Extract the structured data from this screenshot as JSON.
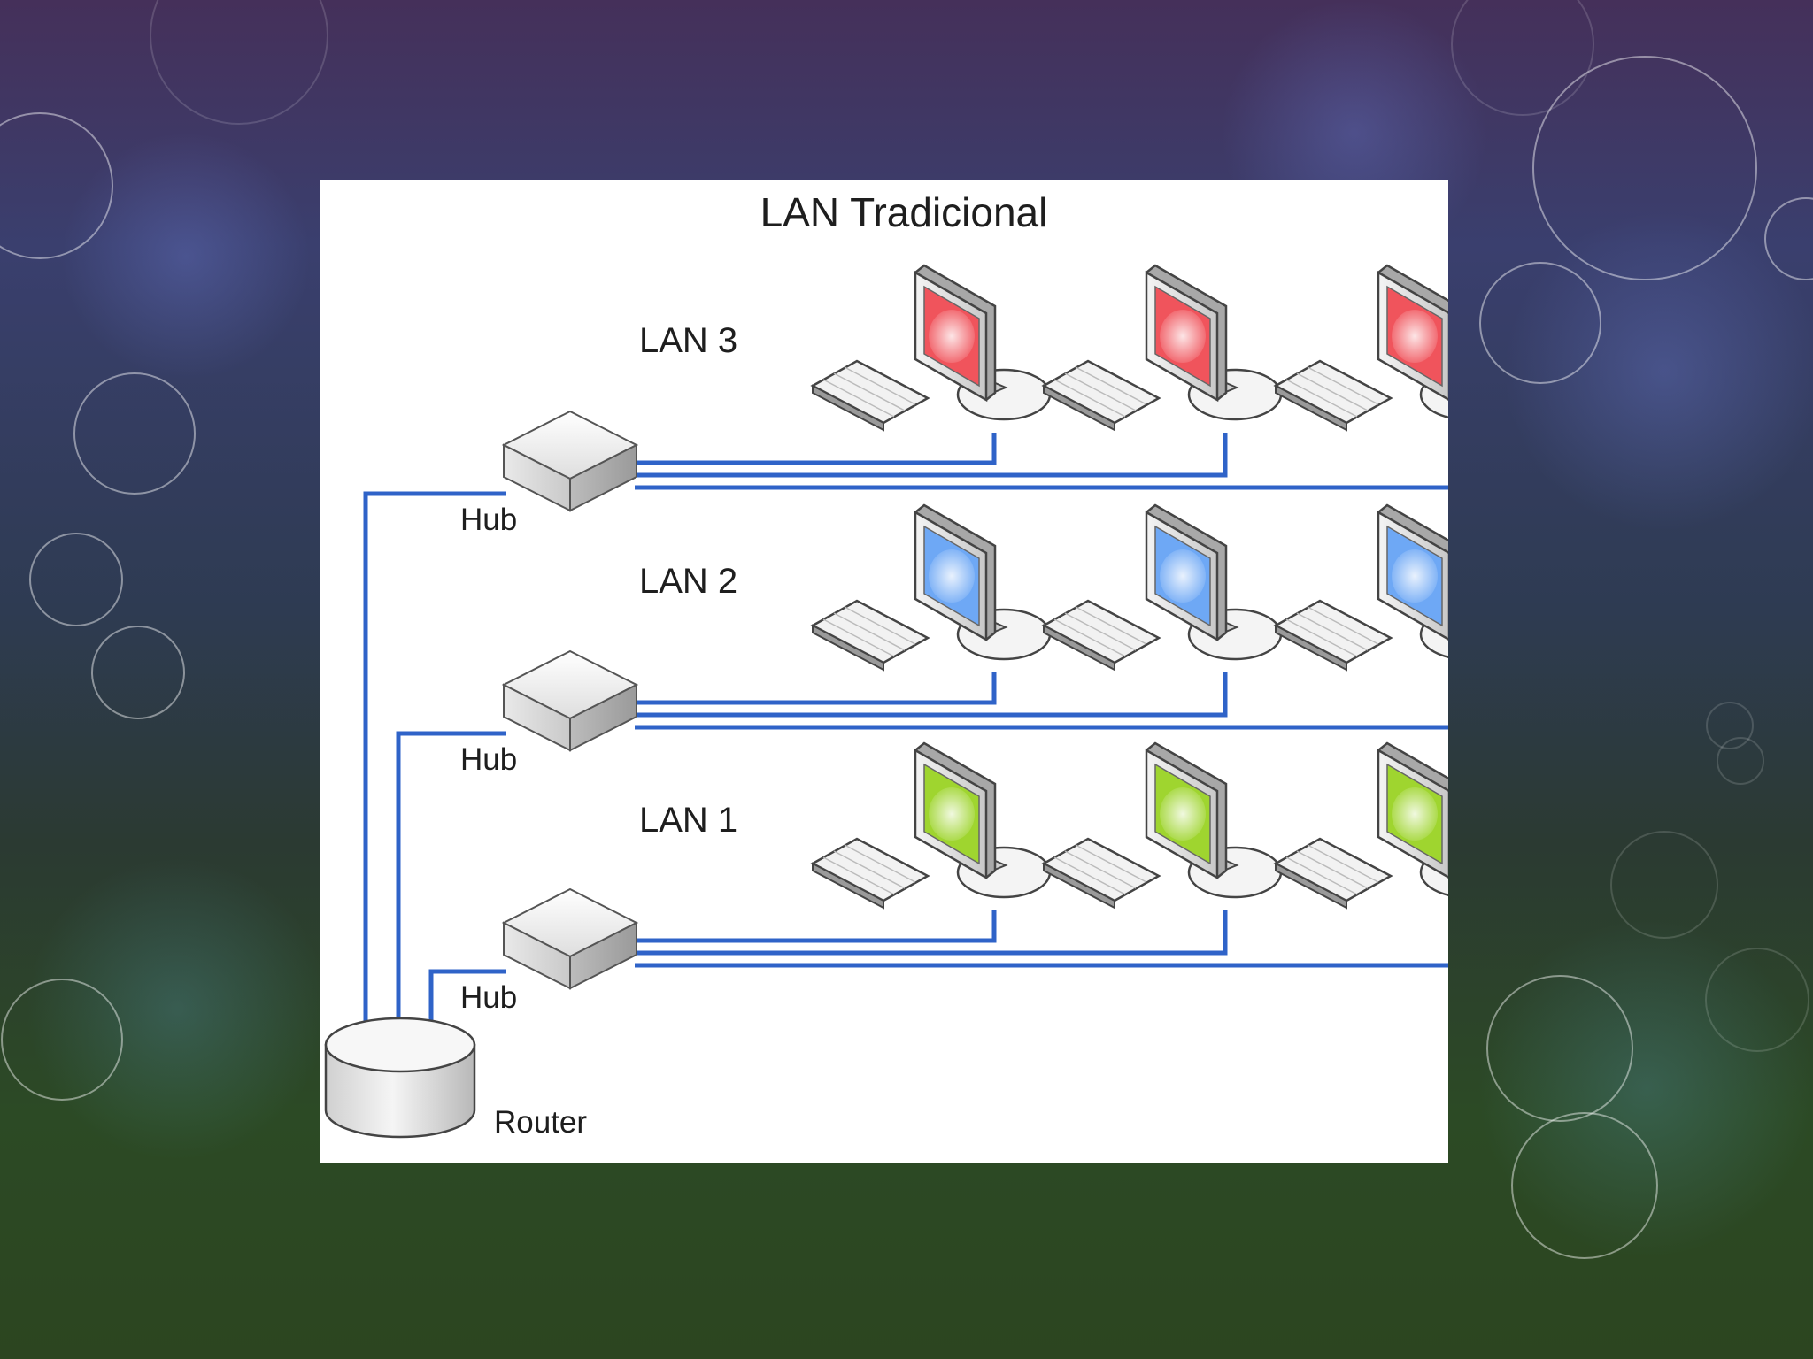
{
  "diagram": {
    "title": "LAN Tradicional",
    "lans": [
      {
        "label": "LAN 3",
        "hub_label": "Hub",
        "screen_color": "#f0545c"
      },
      {
        "label": "LAN 2",
        "hub_label": "Hub",
        "screen_color": "#6ea8f5"
      },
      {
        "label": "LAN 1",
        "hub_label": "Hub",
        "screen_color": "#9fd52f"
      }
    ],
    "router_label": "Router"
  },
  "colors": {
    "cable": "#2f63c8",
    "panel_background": "#ffffff"
  }
}
